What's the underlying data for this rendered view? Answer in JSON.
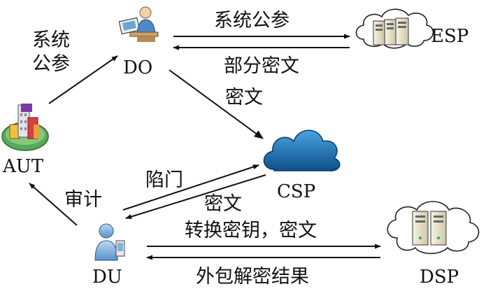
{
  "nodes": {
    "aut": "AUT",
    "do": "DO",
    "esp": "ESP",
    "csp": "CSP",
    "du": "DU",
    "dsp": "DSP"
  },
  "edges": {
    "aut_to_do_line1": "系统",
    "aut_to_do_line2": "公参",
    "do_to_esp": "系统公参",
    "esp_to_do": "部分密文",
    "do_to_csp": "密文",
    "du_to_csp": "陷门",
    "csp_to_du": "密文",
    "du_to_aut": "审计",
    "du_to_dsp": "转换密钥，密文",
    "dsp_to_du": "外包解密结果"
  },
  "colors": {
    "arrow": "#111111",
    "cloud_blue": "#1565a8",
    "cloud_outline": "#222222",
    "server_body": "#ece7d2",
    "person_skin": "#8fb8e0",
    "shirt": "#4d89c7"
  }
}
